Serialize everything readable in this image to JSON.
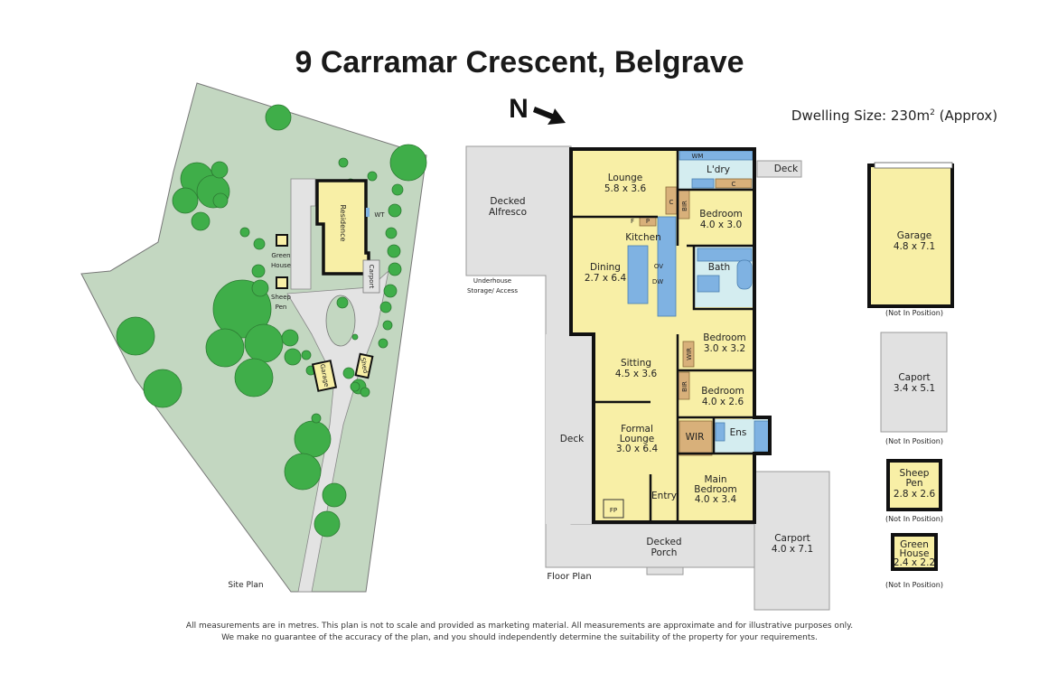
{
  "title": "9 Carramar Crescent, Belgrave",
  "dwelling_size": {
    "label": "Dwelling Size: 230m",
    "sup": "2",
    "suffix": " (Approx)"
  },
  "north_label": "N",
  "site_plan": {
    "label": "Site Plan",
    "residence": "Residence",
    "wt": "WT",
    "carport": "Carport",
    "green_house": [
      "Green",
      "House"
    ],
    "sheep_pen": [
      "Sheep",
      "Pen"
    ],
    "garage": "Garage",
    "shed": "Shed"
  },
  "floor_plan": {
    "label": "Floor Plan",
    "decked_alfresco": [
      "Decked",
      "Alfresco"
    ],
    "underhouse": [
      "Underhouse",
      "Storage/ Access"
    ],
    "deck_left": "Deck",
    "deck_right": "Deck",
    "decked_porch": [
      "Decked",
      "Porch"
    ],
    "rooms": {
      "lounge": {
        "name": "Lounge",
        "size": "5.8 x 3.6"
      },
      "laundry": {
        "name": "L'dry"
      },
      "wm": "WM",
      "c1": "C",
      "c2": "C",
      "bir1": "BIR",
      "bedroom1": {
        "name": "Bedroom",
        "size": "4.0 x 3.0"
      },
      "f": "F",
      "p": "P",
      "kitchen": {
        "name": "Kitchen"
      },
      "ov": "OV",
      "dw": "DW",
      "dining": {
        "name": "Dining",
        "size": "2.7 x 6.4"
      },
      "bath": {
        "name": "Bath"
      },
      "bedroom2": {
        "name": "Bedroom",
        "size": "3.0 x 3.2"
      },
      "wir1": "WIR",
      "sitting": {
        "name": "Sitting",
        "size": "4.5 x 3.6"
      },
      "bir2": "BIR",
      "bedroom3": {
        "name": "Bedroom",
        "size": "4.0 x 2.6"
      },
      "formal_lounge": {
        "name": [
          "Formal",
          "Lounge"
        ],
        "size": "3.0 x 6.4"
      },
      "wir2": "WIR",
      "ens": {
        "name": "Ens"
      },
      "main_bedroom": {
        "name": [
          "Main",
          "Bedroom"
        ],
        "size": "4.0 x 3.4"
      },
      "entry": {
        "name": "Entry"
      },
      "fp": "FP",
      "carport": {
        "name": "Carport",
        "size": "4.0 x 7.1"
      }
    }
  },
  "outbuildings": [
    {
      "name": "Garage",
      "size": "4.8 x 7.1",
      "note": "(Not In Position)"
    },
    {
      "name": "Caport",
      "size": "3.4 x 5.1",
      "note": "(Not In Position)"
    },
    {
      "name": [
        "Sheep",
        "Pen"
      ],
      "size": "2.8 x 2.6",
      "note": "(Not In Position)"
    },
    {
      "name": [
        "Green",
        "House"
      ],
      "size": "2.4 x 2.2",
      "note": "(Not In Position)"
    }
  ],
  "disclaimer": [
    "All measurements are in metres. This plan is not to scale and provided as marketing material. All measurements are approximate and for illustrative purposes only.",
    "We make no guarantee of the accuracy of the plan, and you should independently determine the suitability of the property for your requirements."
  ],
  "colors": {
    "room": "#f8efa6",
    "deck": "#e1e1e1",
    "fixture": "#7fb2e2",
    "wet_area": "#d4edf0",
    "storage": "#d8b07a",
    "site": "#c3d7c1",
    "tree": "#3fae49"
  }
}
